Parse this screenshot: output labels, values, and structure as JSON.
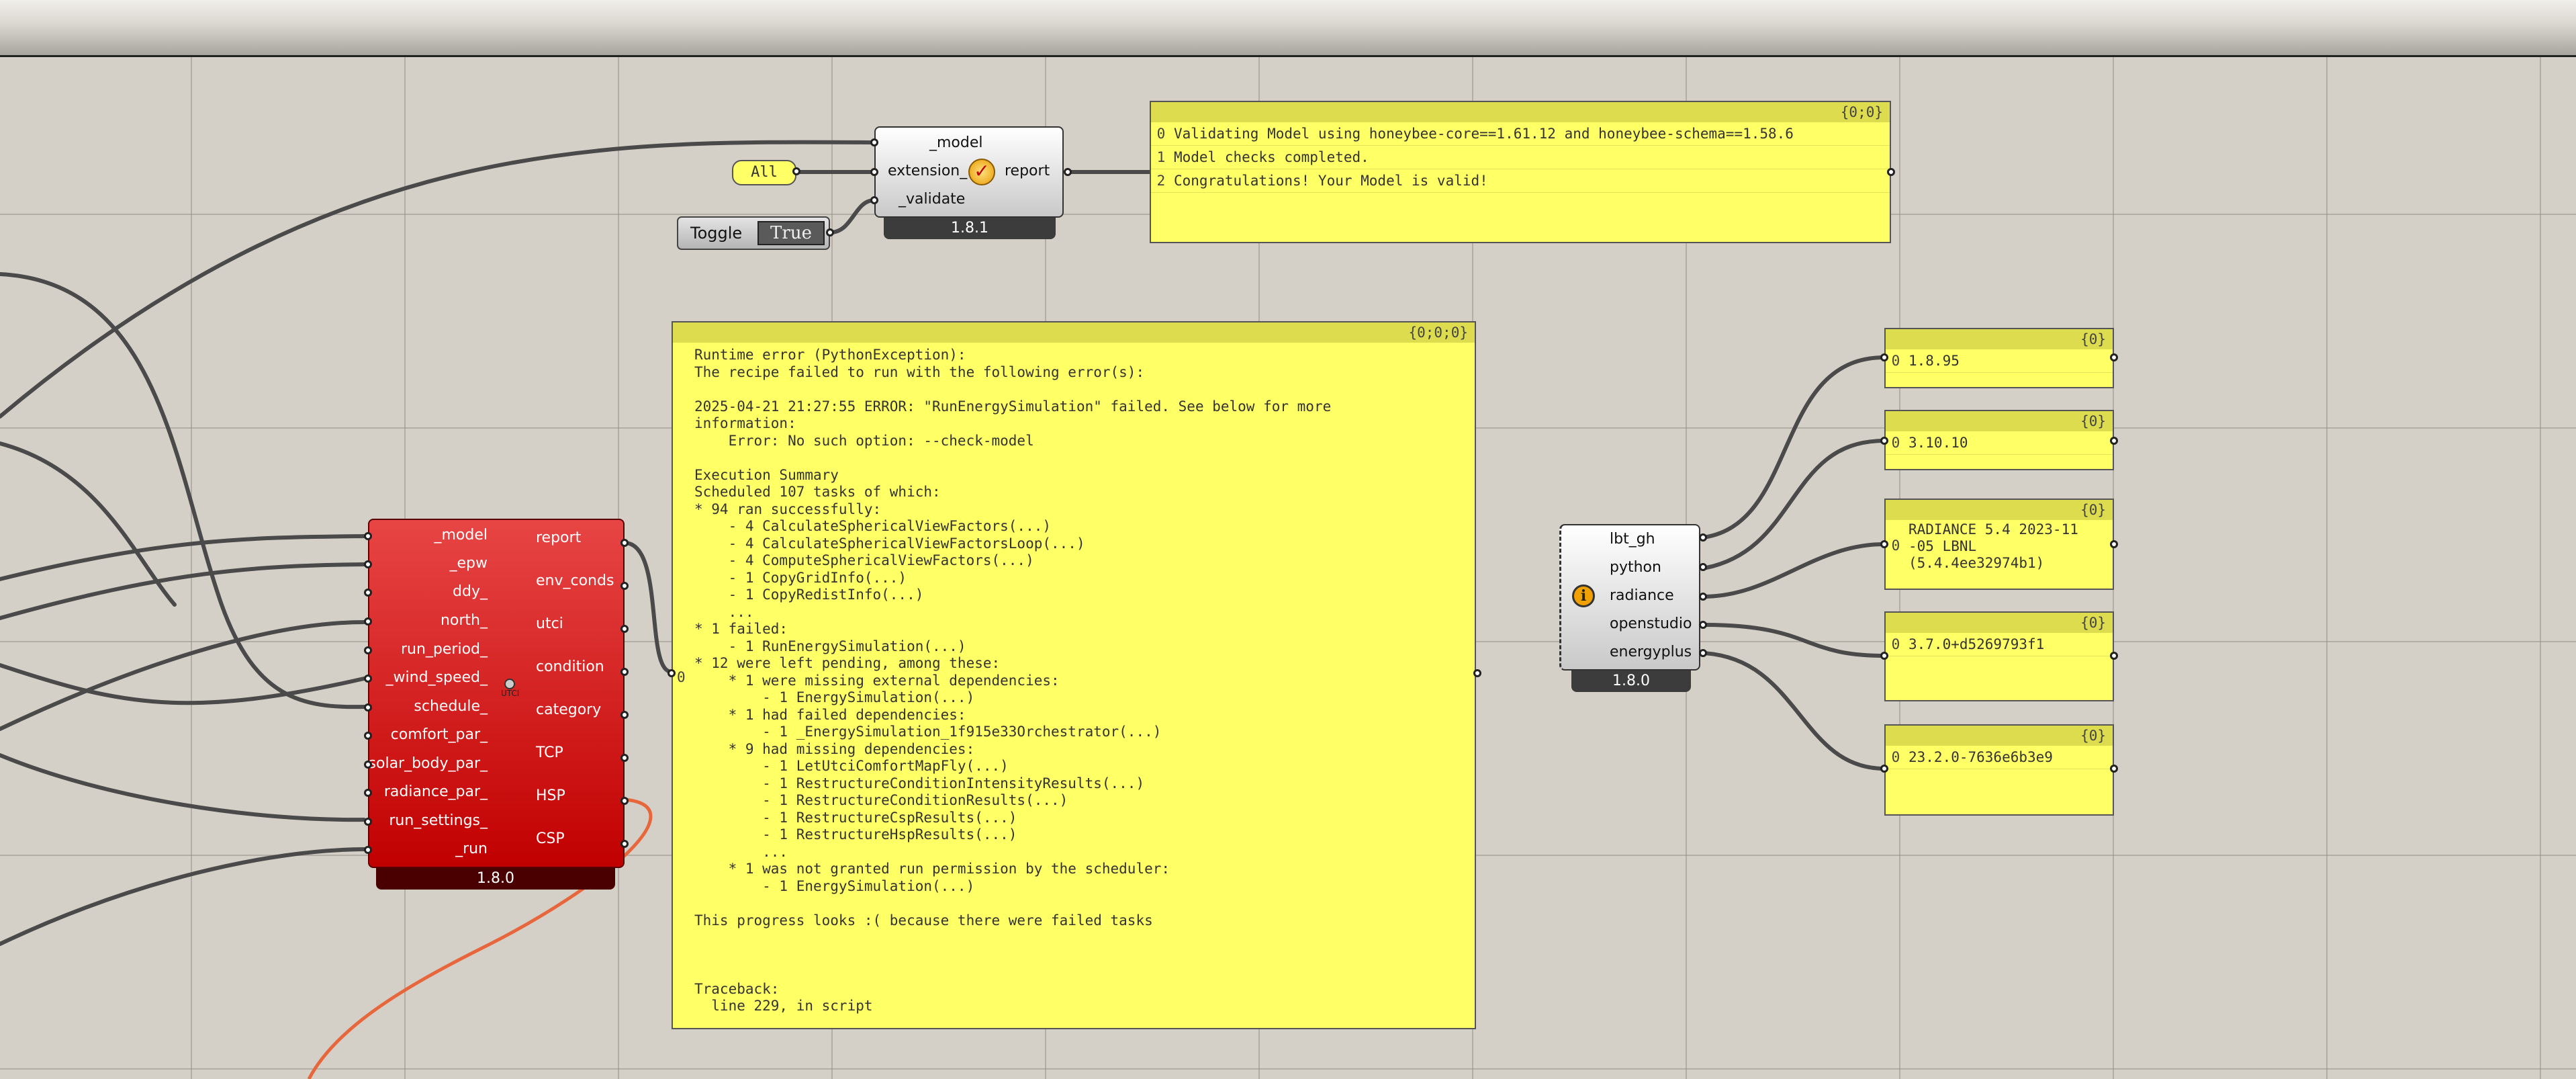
{
  "validate_component": {
    "inputs": [
      "_model",
      "extension_",
      "_validate"
    ],
    "output": "report",
    "version": "1.8.1",
    "icon": "validate-check-icon"
  },
  "extension_tag": "All",
  "toggle": {
    "label": "Toggle",
    "value": "True"
  },
  "validation_panel": {
    "header": "{0;0}",
    "lines": [
      "Validating Model using honeybee-core==1.61.12 and honeybee-schema==1.58.6",
      "Model checks completed.",
      "Congratulations! Your Model is valid!"
    ]
  },
  "utci_component": {
    "inputs": [
      "_model",
      "_epw",
      "ddy_",
      "north_",
      "run_period_",
      "_wind_speed_",
      "schedule_",
      "comfort_par_",
      "solar_body_par_",
      "radiance_par_",
      "run_settings_",
      "_run"
    ],
    "outputs": [
      "report",
      "env_conds",
      "utci",
      "condition",
      "category",
      "TCP",
      "HSP",
      "CSP"
    ],
    "center_label": "UTCI",
    "version": "1.8.0"
  },
  "error_panel": {
    "header": "{0;0;0}",
    "index": "0",
    "text": "Runtime error (PythonException):\nThe recipe failed to run with the following error(s):\n\n2025-04-21 21:27:55 ERROR: \"RunEnergySimulation\" failed. See below for more\ninformation:\n    Error: No such option: --check-model\n\nExecution Summary\nScheduled 107 tasks of which:\n* 94 ran successfully:\n    - 4 CalculateSphericalViewFactors(...)\n    - 4 CalculateSphericalViewFactorsLoop(...)\n    - 4 ComputeSphericalViewFactors(...)\n    - 1 CopyGridInfo(...)\n    - 1 CopyRedistInfo(...)\n    ...\n* 1 failed:\n    - 1 RunEnergySimulation(...)\n* 12 were left pending, among these:\n    * 1 were missing external dependencies:\n        - 1 EnergySimulation(...)\n    * 1 had failed dependencies:\n        - 1 _EnergySimulation_1f915e33Orchestrator(...)\n    * 9 had missing dependencies:\n        - 1 LetUtciComfortMapFly(...)\n        - 1 RestructureConditionIntensityResults(...)\n        - 1 RestructureConditionResults(...)\n        - 1 RestructureCspResults(...)\n        - 1 RestructureHspResults(...)\n        ...\n    * 1 was not granted run permission by the scheduler:\n        - 1 EnergySimulation(...)\n\nThis progress looks :( because there were failed tasks\n\n\n\nTraceback:\n  line 229, in script"
  },
  "versions_component": {
    "outputs": [
      "lbt_gh",
      "python",
      "radiance",
      "openstudio",
      "energyplus"
    ],
    "version": "1.8.0",
    "icon": "info-icon"
  },
  "version_panels": [
    {
      "header": "{0}",
      "index": "0",
      "lines": [
        "1.8.95"
      ]
    },
    {
      "header": "{0}",
      "index": "0",
      "lines": [
        "3.10.10"
      ]
    },
    {
      "header": "{0}",
      "index": "0",
      "lines": [
        "RADIANCE 5.4 2023-11",
        "-05 LBNL",
        "(5.4.4ee32974b1)"
      ]
    },
    {
      "header": "{0}",
      "index": "0",
      "lines": [
        "3.7.0+d5269793f1"
      ]
    },
    {
      "header": "{0}",
      "index": "0",
      "lines": [
        "23.2.0-7636e6b3e9"
      ]
    }
  ],
  "colors": {
    "canvas": "#d4d0c8",
    "panel": "#ffff66",
    "panel_header": "#dcdc4e",
    "wire": "#4a4a4a",
    "wire_selected": "#e8663c",
    "error_component": "#c10000"
  }
}
